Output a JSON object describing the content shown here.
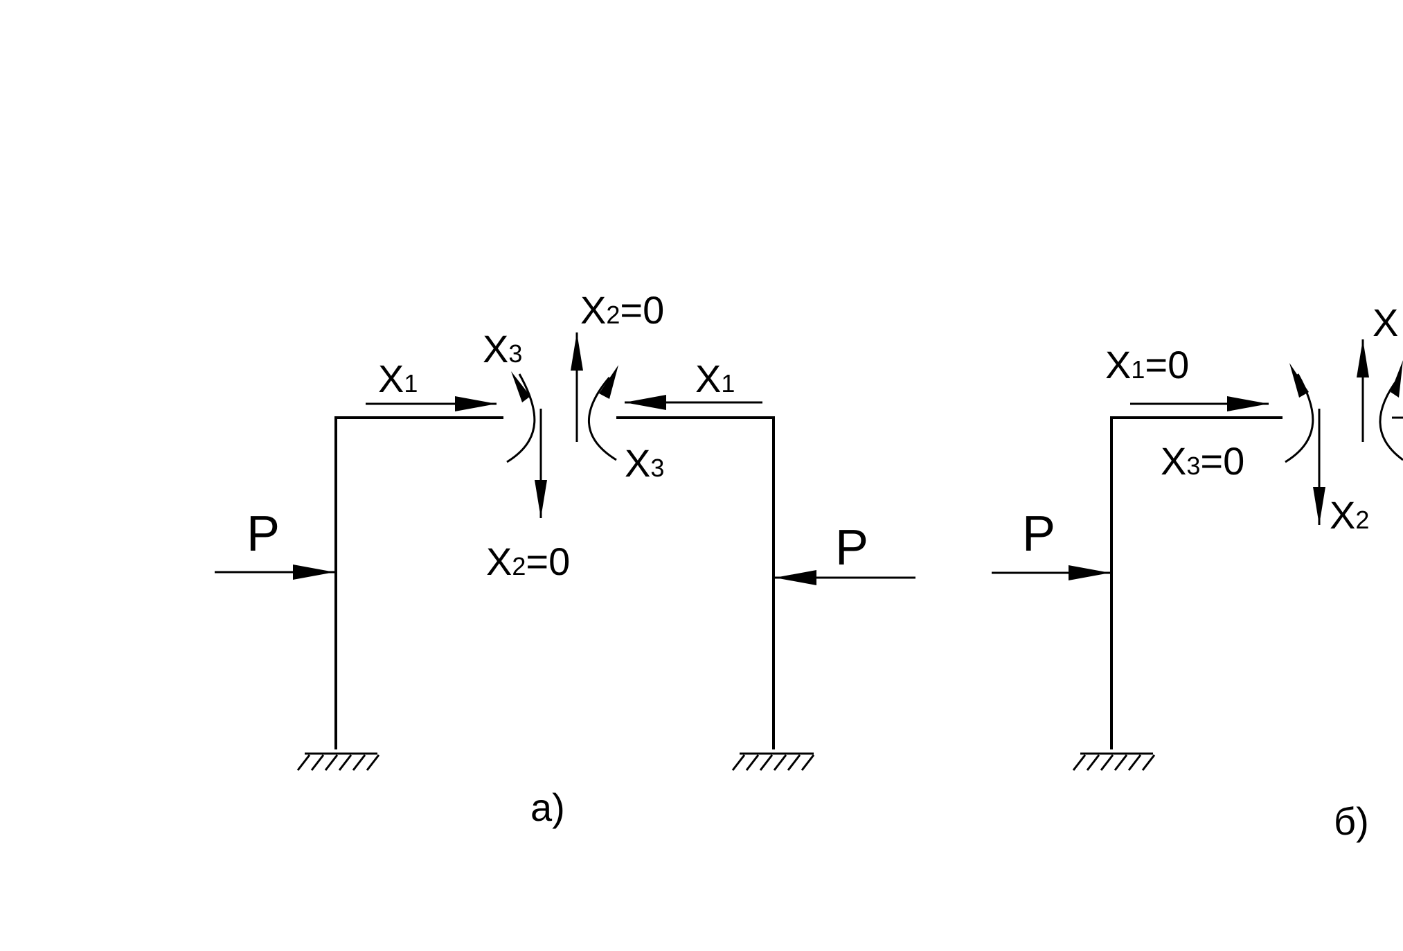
{
  "panel_a": {
    "caption": "а)",
    "load_left": "P",
    "load_right": "P",
    "x1_left": {
      "main": "X",
      "sub": "1",
      "tail": ""
    },
    "x1_right": {
      "main": "X",
      "sub": "1",
      "tail": ""
    },
    "x3_top": {
      "main": "X",
      "sub": "3",
      "tail": ""
    },
    "x3_bottom": {
      "main": "X",
      "sub": "3",
      "tail": ""
    },
    "x2_top": {
      "main": "X",
      "sub": "2",
      "tail": "=0"
    },
    "x2_bottom": {
      "main": "X",
      "sub": "2",
      "tail": "=0"
    }
  },
  "panel_b": {
    "caption": "б)",
    "load_left": "P",
    "x1": {
      "main": "X",
      "sub": "1",
      "tail": "=0"
    },
    "x3": {
      "main": "X",
      "sub": "3",
      "tail": "=0"
    },
    "x2_bottom": {
      "main": "X",
      "sub": "2",
      "tail": ""
    },
    "x_top_cut": {
      "main": "X"
    }
  },
  "colors": {
    "ink": "#000000",
    "background": "#ffffff"
  }
}
